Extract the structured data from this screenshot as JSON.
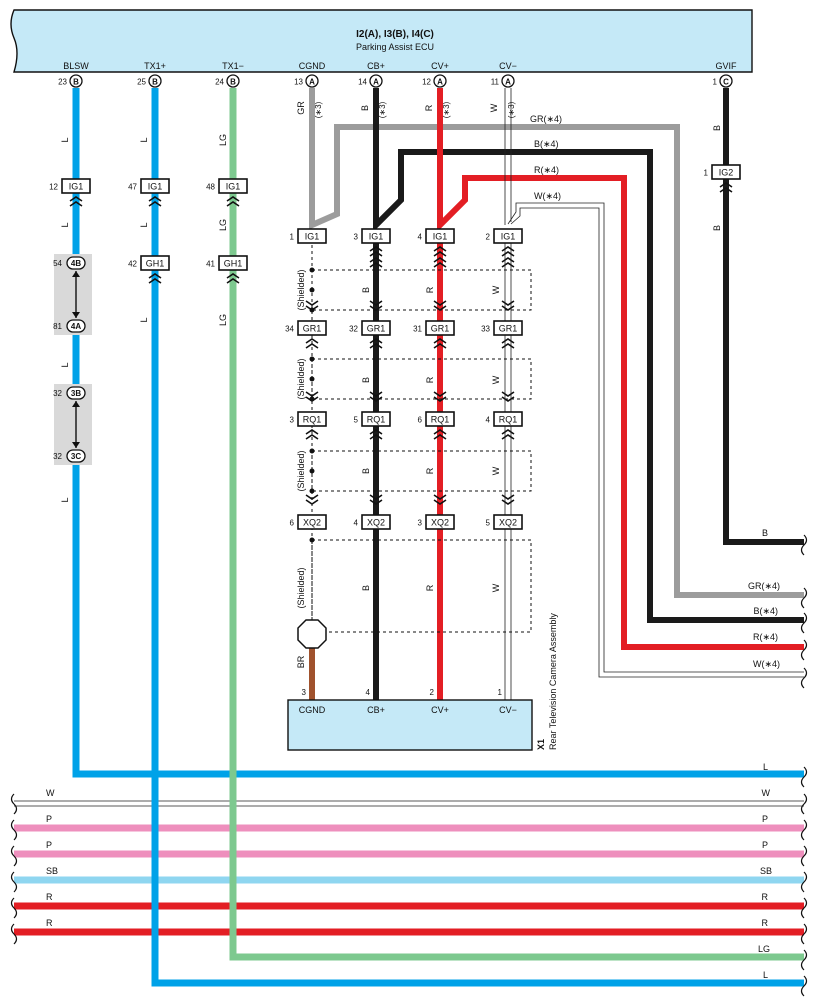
{
  "ecu": {
    "title": "I2(A), I3(B), I4(C)",
    "subtitle": "Parking Assist ECU",
    "color": "#c5e9f7",
    "terminals": [
      {
        "name": "BLSW",
        "num": "23",
        "conn": "B"
      },
      {
        "name": "TX1+",
        "num": "25",
        "conn": "B"
      },
      {
        "name": "TX1−",
        "num": "24",
        "conn": "B"
      },
      {
        "name": "CGND",
        "num": "13",
        "conn": "A"
      },
      {
        "name": "CB+",
        "num": "14",
        "conn": "A"
      },
      {
        "name": "CV+",
        "num": "12",
        "conn": "A"
      },
      {
        "name": "CV−",
        "num": "11",
        "conn": "A"
      },
      {
        "name": "GVIF",
        "num": "1",
        "conn": "C"
      }
    ]
  },
  "camera": {
    "id": "X1",
    "name": "Rear Television Camera Assembly",
    "terminals": [
      {
        "name": "CGND",
        "num": "3"
      },
      {
        "name": "CB+",
        "num": "4"
      },
      {
        "name": "CV+",
        "num": "2"
      },
      {
        "name": "CV−",
        "num": "1"
      }
    ]
  },
  "colors": {
    "L": "#00a2e8",
    "LG": "#7dc98f",
    "GR": "#9c9c9c",
    "B": "#1a1a1a",
    "R": "#e31e24",
    "W": "#ffffff",
    "P": "#ee8fbd",
    "SB": "#8fd6f0",
    "BR": "#a0522d",
    "shade": "#d9d9d9"
  },
  "wire_labels": {
    "L": "L",
    "LG": "LG",
    "GR": "GR",
    "B": "B",
    "R": "R",
    "W": "W",
    "BR": "BR",
    "star3": "(∗3)",
    "gr4": "GR(∗4)",
    "b4": "B(∗4)",
    "r4": "R(∗4)",
    "w4": "W(∗4)",
    "shielded": "(Shielded)"
  },
  "connectors": {
    "blsw_ig1": {
      "pin": "12",
      "name": "IG1"
    },
    "tx1p_ig1": {
      "pin": "47",
      "name": "IG1"
    },
    "tx1m_ig1": {
      "pin": "48",
      "name": "IG1"
    },
    "tx1p_gh1": {
      "pin": "42",
      "name": "GH1"
    },
    "tx1m_gh1": {
      "pin": "41",
      "name": "GH1"
    },
    "gvif_ig2": {
      "pin": "1",
      "name": "IG2"
    },
    "junction_a": {
      "top_pin": "54",
      "top_label": "4B",
      "bottom_pin": "81",
      "bottom_label": "4A"
    },
    "junction_b": {
      "top_pin": "32",
      "top_label": "3B",
      "bottom_pin": "32",
      "bottom_label": "3C"
    },
    "ig1_row": [
      {
        "pin": "1",
        "name": "IG1"
      },
      {
        "pin": "3",
        "name": "IG1"
      },
      {
        "pin": "4",
        "name": "IG1"
      },
      {
        "pin": "2",
        "name": "IG1"
      }
    ],
    "gr1_row": [
      {
        "pin": "34",
        "name": "GR1"
      },
      {
        "pin": "32",
        "name": "GR1"
      },
      {
        "pin": "31",
        "name": "GR1"
      },
      {
        "pin": "33",
        "name": "GR1"
      }
    ],
    "rq1_row": [
      {
        "pin": "3",
        "name": "RQ1"
      },
      {
        "pin": "5",
        "name": "RQ1"
      },
      {
        "pin": "6",
        "name": "RQ1"
      },
      {
        "pin": "4",
        "name": "RQ1"
      }
    ],
    "xq2_row": [
      {
        "pin": "6",
        "name": "XQ2"
      },
      {
        "pin": "4",
        "name": "XQ2"
      },
      {
        "pin": "3",
        "name": "XQ2"
      },
      {
        "pin": "5",
        "name": "XQ2"
      }
    ]
  },
  "right_exits": [
    {
      "label": "B"
    },
    {
      "label": "GR(∗4)"
    },
    {
      "label": "B(∗4)"
    },
    {
      "label": "R(∗4)"
    },
    {
      "label": "W(∗4)"
    }
  ],
  "bus": [
    {
      "left": "",
      "right": "L",
      "color": "L"
    },
    {
      "left": "W",
      "right": "W",
      "color": "W"
    },
    {
      "left": "P",
      "right": "P",
      "color": "P"
    },
    {
      "left": "P",
      "right": "P",
      "color": "P"
    },
    {
      "left": "SB",
      "right": "SB",
      "color": "SB"
    },
    {
      "left": "R",
      "right": "R",
      "color": "R"
    },
    {
      "left": "R",
      "right": "R",
      "color": "R"
    },
    {
      "left": "",
      "right": "LG",
      "color": "LG"
    },
    {
      "left": "",
      "right": "L",
      "color": "L"
    }
  ]
}
